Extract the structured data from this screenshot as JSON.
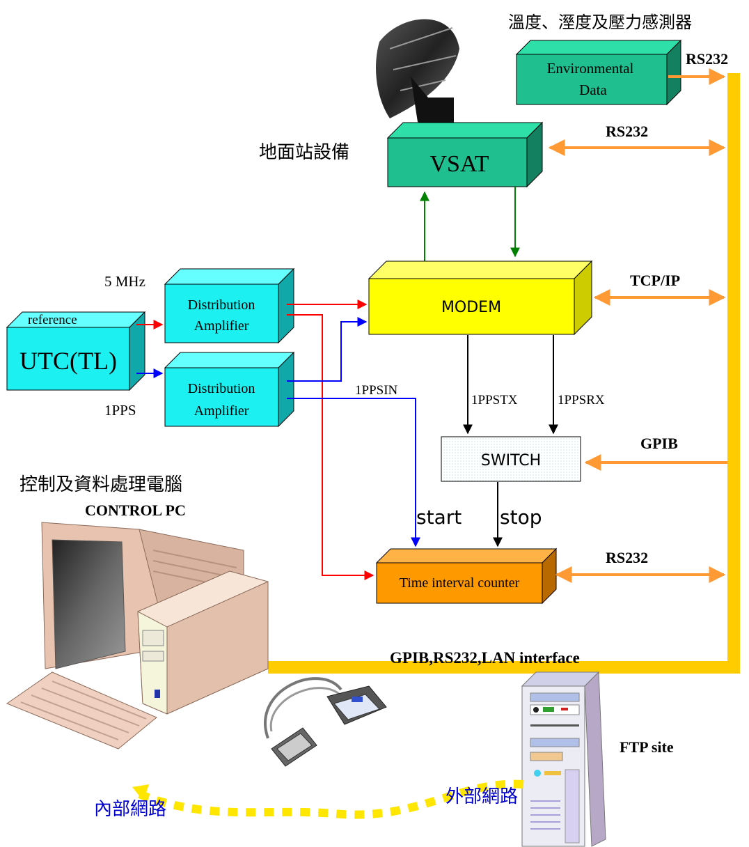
{
  "labels": {
    "sensor_title": "溫度、溼度及壓力感測器",
    "env_line1": "Environmental",
    "env_line2": "Data",
    "rs232_top": "RS232",
    "ground_station": "地面站設備",
    "vsat": "VSAT",
    "rs232_vsat": "RS232",
    "modem": "MODEM",
    "tcpip": "TCP/IP",
    "five_mhz": "5 MHz",
    "reference": "reference",
    "utc": "UTC(TL)",
    "one_pps": "1PPS",
    "dist1_line1": "Distribution",
    "dist1_line2": "Amplifier",
    "dist2_line1": "Distribution",
    "dist2_line2": "Amplifier",
    "pps_in": "1PPSIN",
    "pps_tx": "1PPSTX",
    "pps_rx": "1PPSRX",
    "switch": "SWITCH",
    "gpib": "GPIB",
    "control_cn": "控制及資料處理電腦",
    "control_pc": "CONTROL PC",
    "start": "start",
    "stop": "stop",
    "counter": "Time interval counter",
    "rs232_counter": "RS232",
    "bus": "GPIB,RS232,LAN interface",
    "ftp": "FTP site",
    "internal_net": "內部網路",
    "external_net": "外部網路"
  },
  "colors": {
    "box_green": "#1fbf8f",
    "box_cyan": "#1cf0f0",
    "box_yellow": "#ffff00",
    "box_orange": "#ff9900",
    "bus_yellow": "#ffcc00",
    "arrow_orange": "#ff9933",
    "arrow_red": "#ff0000",
    "arrow_blue": "#0000ff",
    "arrow_green": "#008000",
    "dotted_yellow": "#ffe600",
    "net_text_blue": "#0000cc"
  },
  "icons": [
    "satellite-dish-icon",
    "desktop-computer-icon",
    "parallel-cable-icon",
    "server-tower-icon"
  ]
}
